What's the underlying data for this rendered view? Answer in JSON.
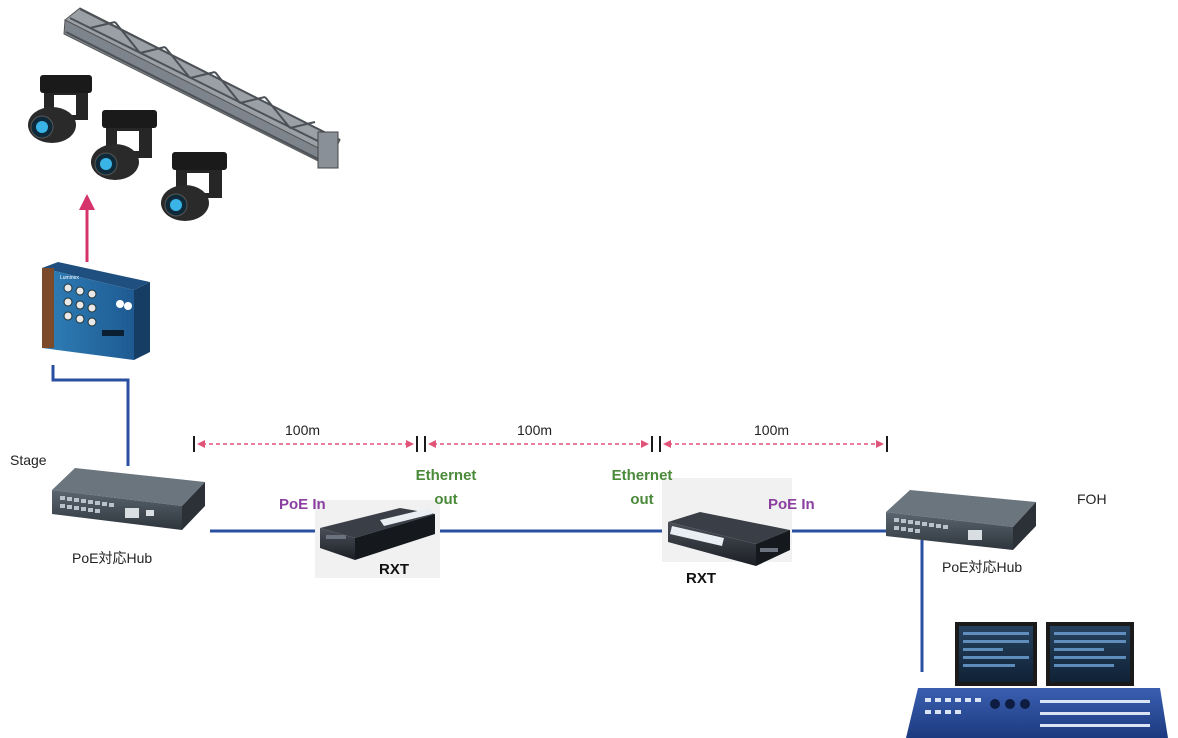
{
  "locations": {
    "stage": "Stage",
    "foh": "FOH"
  },
  "hubs": {
    "left_label": "PoE対応Hub",
    "right_label": "PoE対応Hub"
  },
  "devices": {
    "left_rxt": "RXT",
    "right_rxt": "RXT"
  },
  "ports": {
    "left_poe_in": "PoE In",
    "right_poe_in": "PoE In",
    "left_ethernet_out": [
      "Ethernet",
      "out"
    ],
    "right_ethernet_out": [
      "Ethernet",
      "out"
    ]
  },
  "distances": {
    "segment_1": "100m",
    "segment_2": "100m",
    "segment_3": "100m"
  },
  "node_box": {
    "brand": "Luminex"
  },
  "colors": {
    "cable": "#2a4fa0",
    "dmx_arrow": "#d6336c",
    "distance_arrow": "#e0547a",
    "ethernet_label": "#4a8a3a",
    "poe_label": "#8a3fa0"
  }
}
